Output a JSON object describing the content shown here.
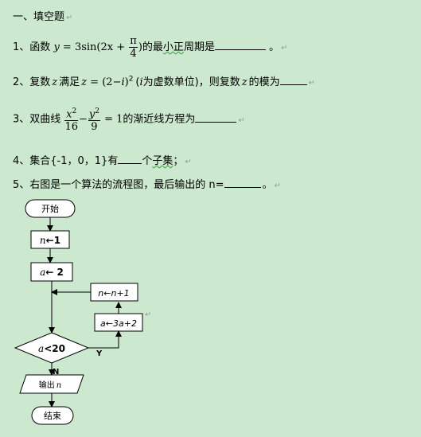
{
  "section": {
    "title": "一、填空题"
  },
  "q1": {
    "num": "1、",
    "pre": "函数",
    "y": "y",
    "eq": " = 3sin(2x +",
    "pi": "π",
    "four": "4",
    "close": ")",
    "mid": "的最",
    "wavy": "小正",
    "post": "周期是",
    "end": "。"
  },
  "q2": {
    "num": "2、",
    "pre": "复数",
    "z": "z",
    "cond": "满足",
    "z2": "z",
    "eq": " = (2−",
    "i": "i",
    "exp": ")",
    "sq": "2",
    "paren": "(",
    "i2": "i",
    "unit": "为虚数单位)，则复数",
    "z3": "z",
    "post": "的模为"
  },
  "q3": {
    "num": "3、",
    "pre": "双曲线",
    "x2": "x",
    "sq1": "2",
    "den1": "16",
    "minus": "−",
    "y2": "y",
    "sq2": "2",
    "den2": "9",
    "eq": " = 1",
    "post": "的渐近线方程为"
  },
  "q4": {
    "num": "4、",
    "pre": "集合{-1，0，1}有",
    "post": "个",
    "wavy": "子集",
    "end": "；"
  },
  "q5": {
    "num": "5、",
    "text": "右图是一个算法的流程图，最后输出的 n=",
    "end": "。"
  },
  "flow": {
    "start": "开始",
    "n_init_var": "n",
    "n_init_val": "←1",
    "a_init_var": "a",
    "a_init_val": "← 2",
    "n_update": "n←n+1",
    "a_update": "a←3a+2",
    "cond_var": "a",
    "cond_rest": "<20",
    "yes": "Y",
    "no": "N",
    "output_label": "输出",
    "output_var": "n",
    "end": "结束"
  }
}
